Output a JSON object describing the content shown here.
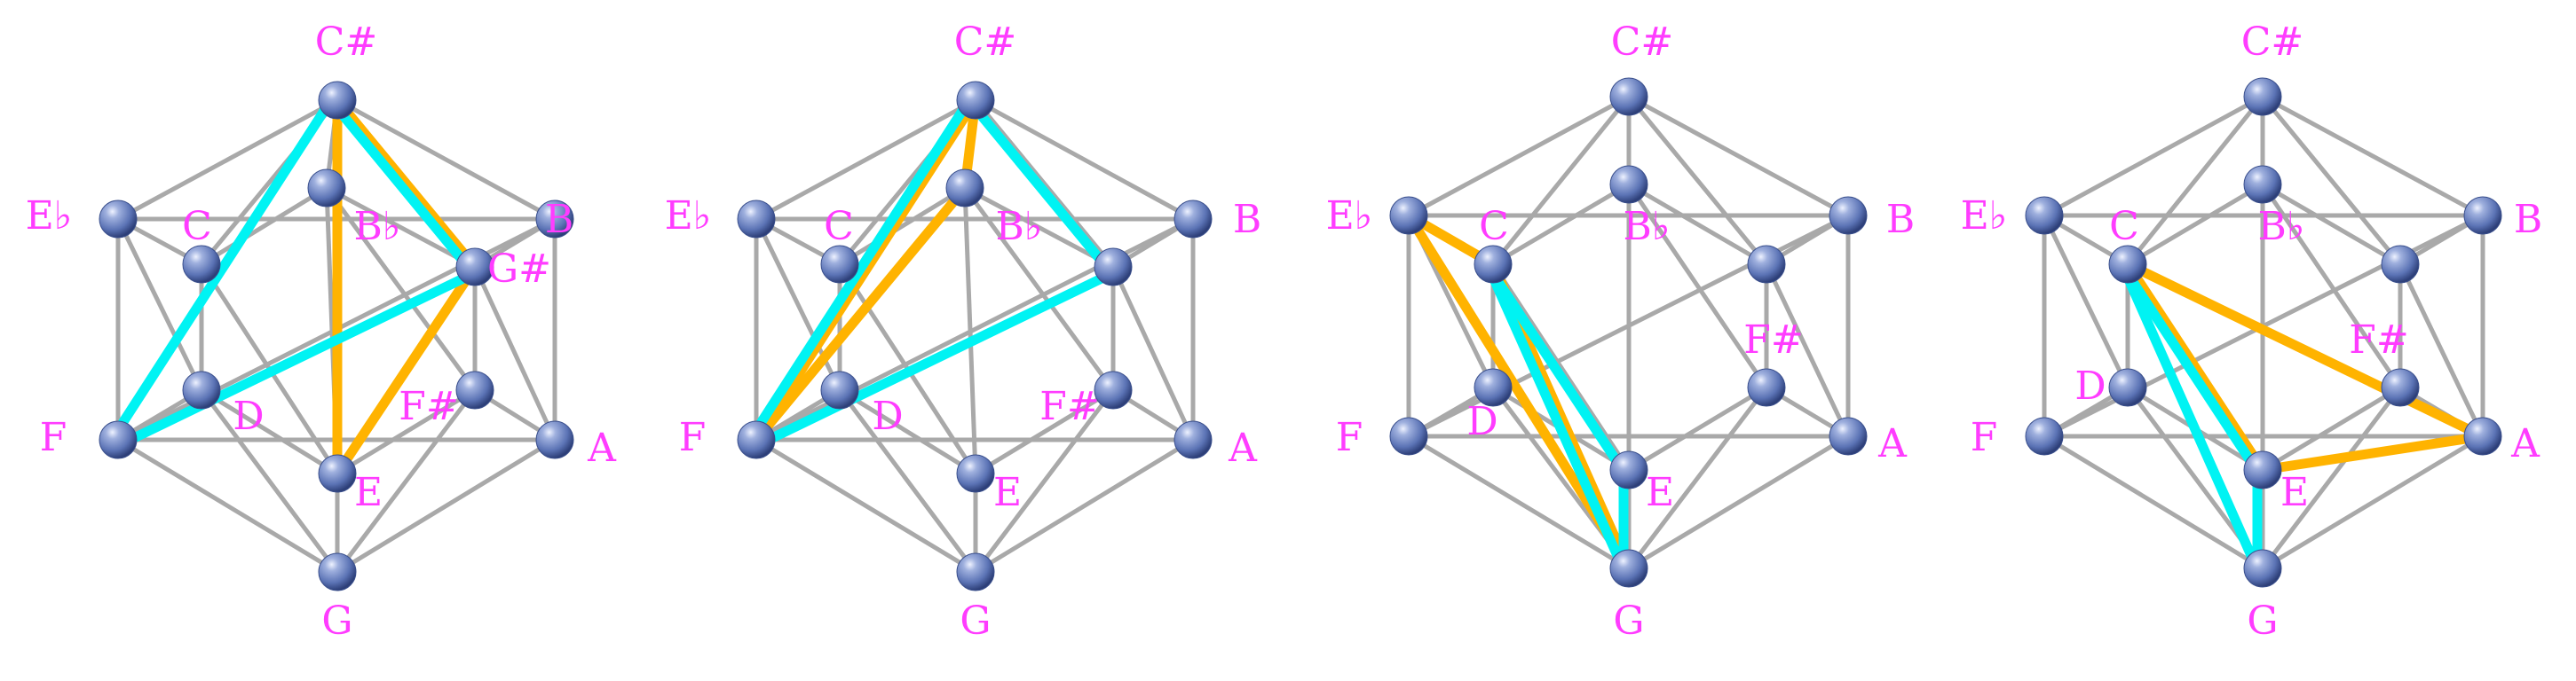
{
  "colors": {
    "background": "#ffffff",
    "edge": "#a9a9a9",
    "node_fill": "#5b73b5",
    "label": "#ff3cff",
    "highlight_orange": "#ffb300",
    "highlight_cyan": "#00f3f3"
  },
  "edges": [
    [
      "C#",
      "Eb"
    ],
    [
      "C#",
      "C"
    ],
    [
      "C#",
      "Bb"
    ],
    [
      "C#",
      "G#"
    ],
    [
      "C#",
      "B"
    ],
    [
      "Eb",
      "C"
    ],
    [
      "C",
      "Bb"
    ],
    [
      "Bb",
      "G#"
    ],
    [
      "G#",
      "B"
    ],
    [
      "B",
      "Eb"
    ],
    [
      "G",
      "F"
    ],
    [
      "G",
      "D"
    ],
    [
      "G",
      "E"
    ],
    [
      "G",
      "F#"
    ],
    [
      "G",
      "A"
    ],
    [
      "F",
      "D"
    ],
    [
      "D",
      "E"
    ],
    [
      "E",
      "F#"
    ],
    [
      "F#",
      "A"
    ],
    [
      "A",
      "F"
    ],
    [
      "Eb",
      "F"
    ],
    [
      "Eb",
      "D"
    ],
    [
      "C",
      "D"
    ],
    [
      "C",
      "E"
    ],
    [
      "Bb",
      "E"
    ],
    [
      "Bb",
      "F#"
    ],
    [
      "G#",
      "F#"
    ],
    [
      "G#",
      "A"
    ],
    [
      "B",
      "A"
    ],
    [
      "B",
      "F"
    ]
  ],
  "panels": [
    {
      "label_positions": {
        "C#": "show",
        "Eb": "show",
        "C": "show",
        "Bb": "show",
        "G#": "show",
        "B": "show",
        "F": "show",
        "D": "show",
        "E": "show",
        "F#": "show",
        "A": "show",
        "G": "show"
      },
      "highlights": [
        {
          "color": "orange",
          "from": "C#",
          "to": "E"
        },
        {
          "color": "orange",
          "from": "E",
          "to": "G#"
        },
        {
          "color": "orange",
          "from": "C#",
          "to": "G#"
        },
        {
          "color": "cyan",
          "from": "C#",
          "to": "F"
        },
        {
          "color": "cyan",
          "from": "F",
          "to": "G#"
        },
        {
          "color": "cyan",
          "from": "C#",
          "to": "G#"
        }
      ]
    },
    {
      "label_positions": {
        "C#": "show",
        "Eb": "show",
        "C": "show",
        "Bb": "show",
        "B": "show",
        "F": "show",
        "D": "show",
        "E": "show",
        "F#": "show",
        "A": "show",
        "G": "show"
      },
      "highlights": [
        {
          "color": "orange",
          "from": "C#",
          "to": "F"
        },
        {
          "color": "orange",
          "from": "F",
          "to": "Bb"
        },
        {
          "color": "orange",
          "from": "C#",
          "to": "Bb"
        },
        {
          "color": "cyan",
          "from": "C#",
          "to": "F"
        },
        {
          "color": "cyan",
          "from": "F",
          "to": "G#"
        },
        {
          "color": "cyan",
          "from": "C#",
          "to": "G#"
        }
      ]
    },
    {
      "label_positions": {
        "C#": "show",
        "Eb": "show",
        "C": "show",
        "Bb": "show",
        "B": "show",
        "F": "show",
        "D": "show",
        "E": "show",
        "F#": "show",
        "A": "show",
        "G": "show"
      },
      "highlights": [
        {
          "color": "orange",
          "from": "Eb",
          "to": "G"
        },
        {
          "color": "orange",
          "from": "C",
          "to": "G"
        },
        {
          "color": "orange",
          "from": "Eb",
          "to": "C"
        },
        {
          "color": "cyan",
          "from": "C",
          "to": "E"
        },
        {
          "color": "cyan",
          "from": "E",
          "to": "G"
        },
        {
          "color": "cyan",
          "from": "C",
          "to": "G"
        }
      ]
    },
    {
      "label_positions": {
        "C#": "show",
        "Eb": "show",
        "C": "show",
        "Bb": "show",
        "B": "show",
        "F": "show",
        "D": "show",
        "E": "show",
        "F#": "show",
        "A": "show",
        "G": "show"
      },
      "highlights": [
        {
          "color": "orange",
          "from": "C",
          "to": "E"
        },
        {
          "color": "orange",
          "from": "E",
          "to": "A"
        },
        {
          "color": "orange",
          "from": "C",
          "to": "A"
        },
        {
          "color": "cyan",
          "from": "C",
          "to": "E"
        },
        {
          "color": "cyan",
          "from": "E",
          "to": "G"
        },
        {
          "color": "cyan",
          "from": "C",
          "to": "G"
        }
      ]
    }
  ],
  "labels": {
    "C#": "C#",
    "Eb": "E♭",
    "C": "C",
    "Bb": "B♭",
    "G#": "G#",
    "B": "B",
    "F": "F",
    "D": "D",
    "E": "E",
    "F#": "F#",
    "A": "A",
    "G": "G"
  }
}
